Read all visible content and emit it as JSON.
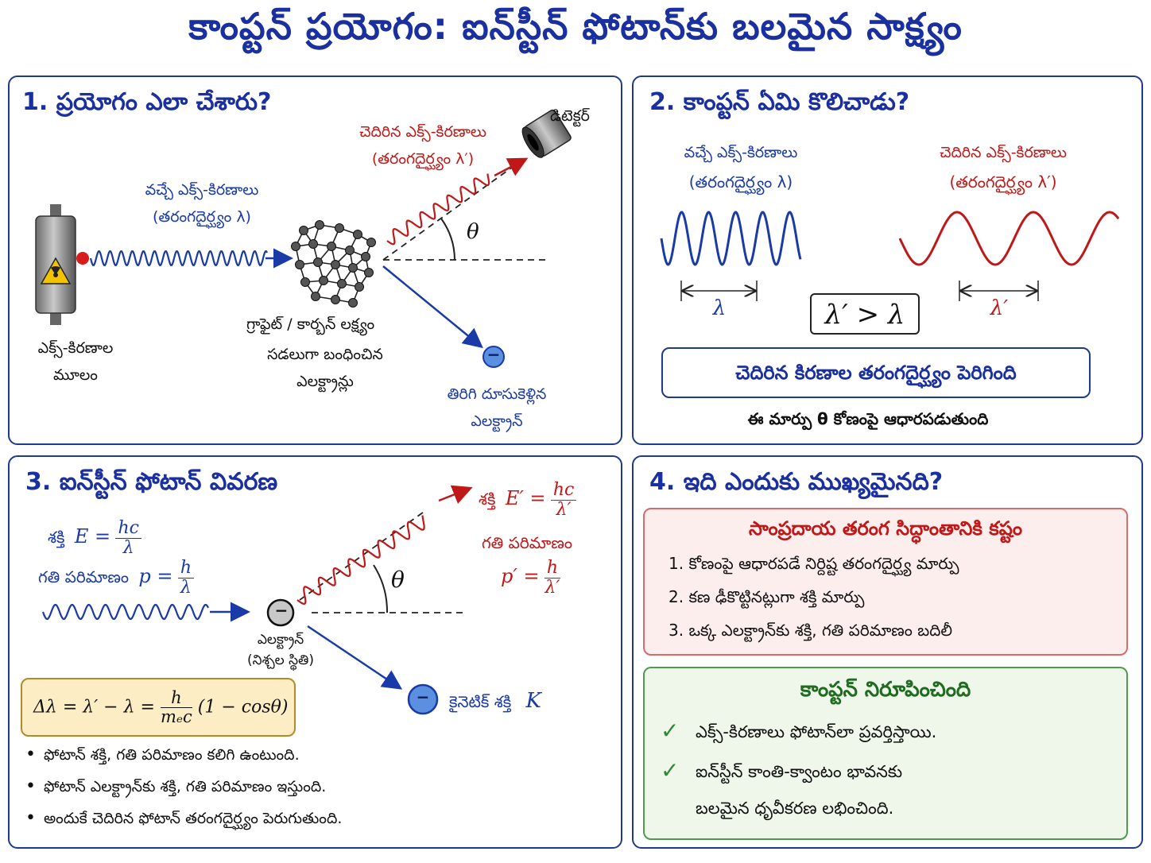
{
  "title": "కాంప్టన్ ప్రయోగం: ఐన్‌స్టీన్ ఫోటాన్‌కు బలమైన సాక్ష్యం",
  "colors": {
    "accent": "#1a2fa0",
    "incoming": "#1a3aa8",
    "scattered": "#c01818",
    "formula_bg": "#fcedc4",
    "classical_bg": "#fdeeee",
    "proof_bg": "#eef7ea"
  },
  "panel1": {
    "heading": "1. ప్రయోగం ఎలా చేశారు?",
    "incoming_label": "వచ్చే ఎక్స్-కిరణాలు",
    "incoming_wavelength": "(తరంగదైర్ఘ్యం λ)",
    "scattered_label": "చెదిరిన ఎక్స్-కిరణాలు",
    "scattered_wavelength": "(తరంగదైర్ఘ్యం λ′)",
    "detector_label": "డిటెక్టర్",
    "angle_symbol": "θ",
    "source_label_1": "ఎక్స్-కిరణాల",
    "source_label_2": "మూలం",
    "target_label": "గ్రాఫైట్ / కార్బన్ లక్ష్యం",
    "electrons_label_1": "సడలుగా బంధించిన",
    "electrons_label_2": "ఎలక్ట్రాన్లు",
    "recoil_label_1": "తిరిగి దూసుకెళ్లిన",
    "recoil_label_2": "ఎలక్ట్రాన్",
    "electron_symbol": "−"
  },
  "panel2": {
    "heading": "2. కాంప్టన్ ఏమి కొలిచాడు?",
    "incoming_label": "వచ్చే ఎక్స్-కిరణాలు",
    "incoming_wavelength": "(తరంగదైర్ఘ్యం λ)",
    "scattered_label": "చెదిరిన ఎక్స్-కిరణాలు",
    "scattered_wavelength": "(తరంగదైర్ఘ్యం λ′)",
    "lambda": "λ",
    "lambda_prime": "λ′",
    "comparison": "λ′ > λ",
    "result": "చెదిరిన కిరణాల తరంగదైర్ఘ్యం పెరిగింది",
    "note": "ఈ మార్పు θ కోణంపై ఆధారపడుతుంది"
  },
  "panel3": {
    "heading": "3. ఐన్‌స్టీన్ ఫోటాన్ వివరణ",
    "energy_word": "శక్తి",
    "momentum_word": "గతి పరిమాణం",
    "E_lhs": "E =",
    "E_num": "hc",
    "E_den": "λ",
    "p_lhs": "p =",
    "p_num": "h",
    "p_den": "λ",
    "E2_lhs": "E′ =",
    "E2_num": "hc",
    "E2_den": "λ′",
    "p2_lhs": "p′ =",
    "p2_num": "h",
    "p2_den": "λ′",
    "angle_symbol": "θ",
    "electron_label_1": "ఎలక్ట్రాన్",
    "electron_label_2": "(నిశ్చల స్థితి)",
    "kinetic_label": "కైనెటిక్ శక్తి",
    "kinetic_symbol": "K",
    "electron_symbol": "−",
    "formula_lhs": "Δλ = λ′ − λ =",
    "formula_num": "h",
    "formula_den": "mₑc",
    "formula_rhs": "(1 − cosθ)",
    "bullets": [
      "ఫోటాన్ శక్తి, గతి పరిమాణం కలిగి ఉంటుంది.",
      "ఫోటాన్ ఎలక్ట్రాన్‌కు శక్తి, గతి పరిమాణం ఇస్తుంది.",
      "అందుకే చెదిరిన ఫోటాన్ తరంగదైర్ఘ్యం పెరుగుతుంది."
    ]
  },
  "panel4": {
    "heading": "4. ఇది ఎందుకు ముఖ్యమైనది?",
    "classical_title": "సాంప్రదాయ తరంగ సిద్ధాంతానికి కష్టం",
    "classical_items": [
      "1. కోణంపై ఆధారపడే నిర్దిష్ట తరంగదైర్ఘ్య మార్పు",
      "2. కణ ఢీకొట్టినట్లుగా శక్తి మార్పు",
      "3. ఒక్క ఎలక్ట్రాన్‌కు శక్తి, గతి పరిమాణం బదిలీ"
    ],
    "proof_title": "కాంప్టన్ నిరూపించింది",
    "check_mark": "✓",
    "proof_items": [
      "ఎక్స్-కిరణాలు ఫోటాన్‌లా ప్రవర్తిస్తాయి.",
      "ఐన్‌స్టీన్ కాంతి-క్వాంటం భావనకు",
      "బలమైన ధృవీకరణ లభించింది."
    ]
  }
}
